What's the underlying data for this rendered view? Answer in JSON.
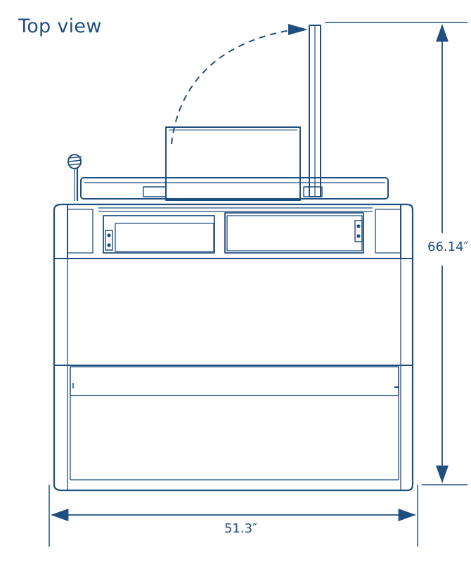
{
  "title": "Top view",
  "dimensions": {
    "width": "51.3″",
    "depth": "66.14″"
  },
  "colors": {
    "line": "#1f4e80",
    "background": "#ffffff"
  }
}
